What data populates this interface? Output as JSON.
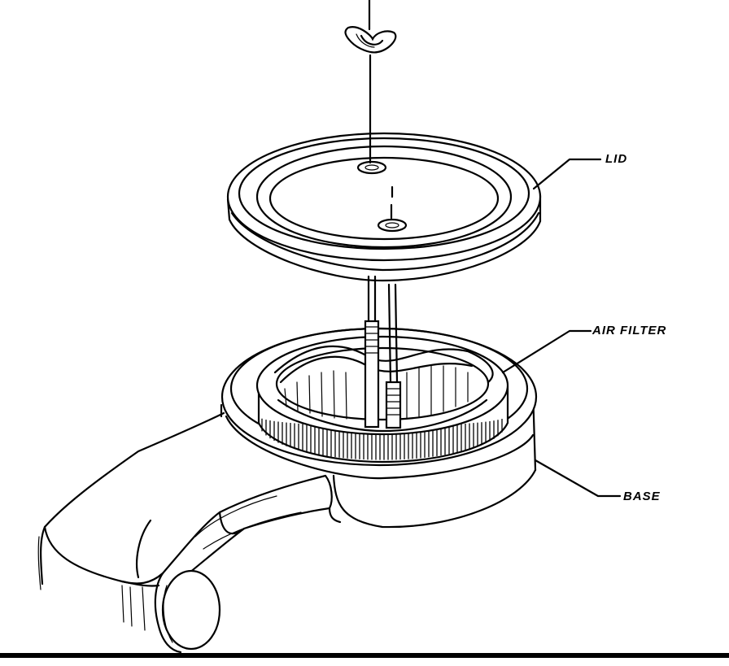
{
  "labels": {
    "lid": "LID",
    "air_filter": "AIR FILTER",
    "base": "BASE"
  }
}
